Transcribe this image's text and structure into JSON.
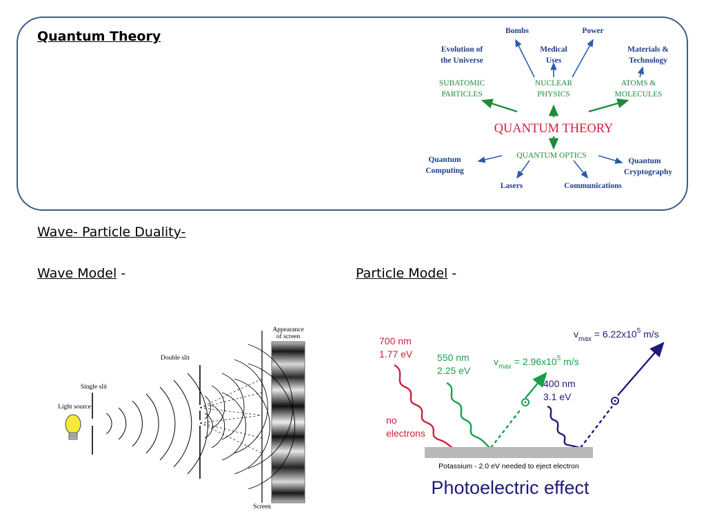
{
  "slide": {
    "title": "Quantum Theory",
    "duality_heading": "Wave- Particle Duality-",
    "wave_heading": "Wave Model",
    "wave_suffix": " -",
    "particle_heading": "Particle Model",
    "particle_suffix": " -"
  },
  "diagram": {
    "center": "QUANTUM THEORY",
    "bombs": "Bombs",
    "power": "Power",
    "evolution": [
      "Evolution of",
      "the Universe"
    ],
    "medical": [
      "Medical",
      "Uses"
    ],
    "materials": [
      "Materials &",
      "Technology"
    ],
    "subatomic": [
      "SUBATOMIC",
      "PARTICLES"
    ],
    "nuclear": [
      "NUCLEAR",
      "PHYSICS"
    ],
    "atoms": [
      "ATOMS &",
      "MOLECULES"
    ],
    "optics": "QUANTUM OPTICS",
    "qcomputing": [
      "Quantum",
      "Computing"
    ],
    "qcrypto": [
      "Quantum",
      "Cryptography"
    ],
    "lasers": "Lasers",
    "communications": "Communications"
  },
  "wave_figure": {
    "appearance": [
      "Appearance",
      "of screen"
    ],
    "double_slit": "Double slit",
    "single_slit": "Single slit",
    "light_source": "Light source",
    "screen": "Screen"
  },
  "photo_figure": {
    "red": [
      "700 nm",
      "1.77 eV"
    ],
    "no_electrons": [
      "no",
      "electrons"
    ],
    "green": [
      "550 nm",
      "2.25 eV"
    ],
    "vmax1_prefix": "v",
    "vmax1_sub": "max",
    "vmax1_value": " = 2.96x10",
    "vmax1_exp": "5",
    "vmax1_unit": " m/s",
    "blue": [
      "400 nm",
      "3.1 eV"
    ],
    "vmax2_prefix": "v",
    "vmax2_sub": "max",
    "vmax2_value": " = 6.22x10",
    "vmax2_exp": "5",
    "vmax2_unit": " m/s",
    "potassium": "Potassium - 2.0 eV needed to eject electron",
    "caption": "Photoelectric effect"
  },
  "colors": {
    "border": "#3a5a8c",
    "red": "#cc1f3a",
    "green": "#16a049",
    "navy": "#1e1a78",
    "blue_arrow": "#2a5caa",
    "green_arrow": "#1e8a3a"
  }
}
